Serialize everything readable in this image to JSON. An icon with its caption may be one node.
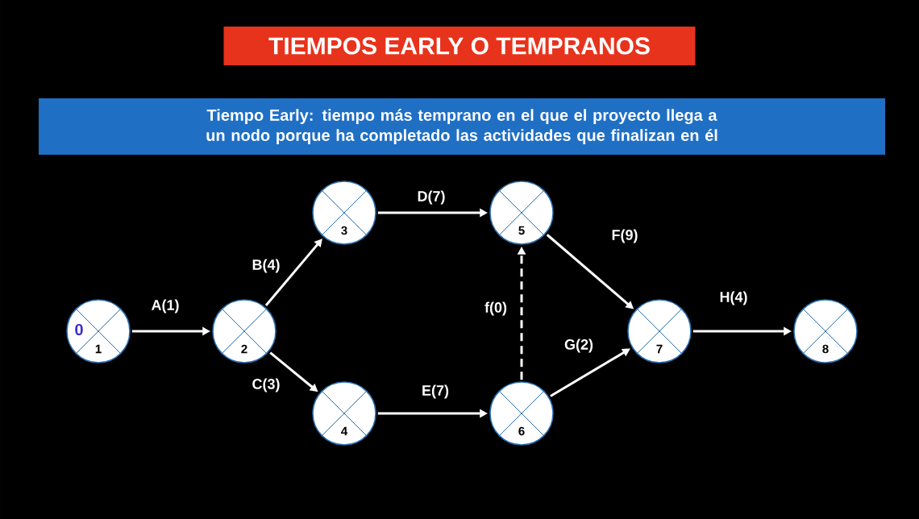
{
  "diagram": {
    "title": "TIEMPOS EARLY O TEMPRANOS",
    "nodes": [
      {
        "text": [
          "Tiempo Early: tiempo más temprano en el que el proyecto llega a un nodo porque ha completado las actividades que finalizan en él"
        ]
      },
      {
        "text": [
          "0",
          "1"
        ]
      },
      {
        "text": [
          "2"
        ]
      },
      {
        "text": [
          "3"
        ]
      },
      {
        "text": [
          "4"
        ]
      },
      {
        "text": [
          "5"
        ]
      },
      {
        "text": [
          "6"
        ]
      },
      {
        "text": [
          "7"
        ]
      },
      {
        "text": [
          "8"
        ]
      }
    ],
    "edges": [
      {
        "from": 1,
        "to": 2,
        "arrow": "to",
        "label": "A(1)"
      },
      {
        "from": 2,
        "to": 3,
        "arrow": "to",
        "label": "B(4)"
      },
      {
        "from": 2,
        "to": 4,
        "arrow": "to",
        "label": "C(3)"
      },
      {
        "from": 3,
        "to": 5,
        "arrow": "to",
        "label": "D(7)"
      },
      {
        "from": 4,
        "to": 6,
        "arrow": "to",
        "label": "E(7)"
      },
      {
        "from": 6,
        "to": 5,
        "arrow": "to",
        "label": "f(0)",
        "style": "dashed"
      },
      {
        "from": 5,
        "to": 7,
        "arrow": "to",
        "label": "F(9)"
      },
      {
        "from": 6,
        "to": 7,
        "arrow": "to",
        "label": "G(2)"
      },
      {
        "from": 7,
        "to": 8,
        "arrow": "to",
        "label": "H(4)"
      }
    ]
  }
}
